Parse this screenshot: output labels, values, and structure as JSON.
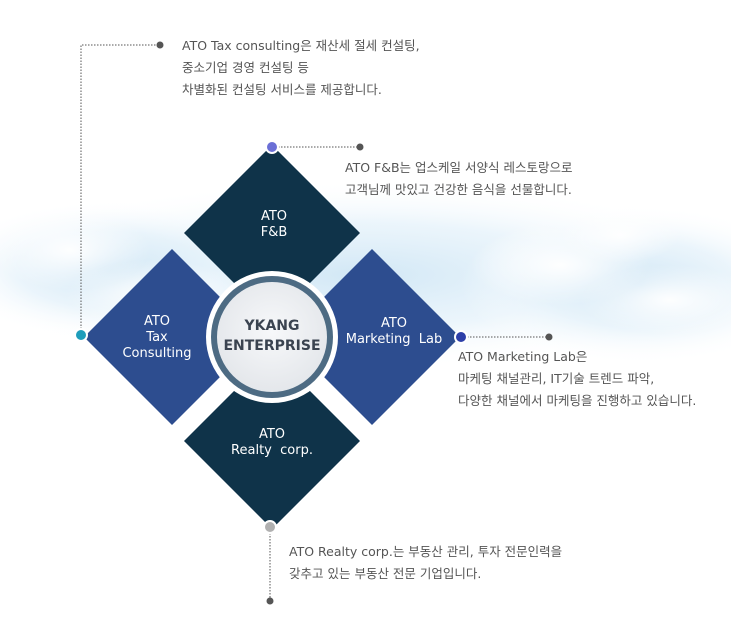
{
  "center": {
    "line1": "YKANG",
    "line2": "ENTERPRISE"
  },
  "tiles": {
    "fnb": {
      "line1": "ATO",
      "line2": "F&B"
    },
    "tax": {
      "line1": "ATO",
      "line2": "Tax",
      "line3": "Consulting"
    },
    "marketing": {
      "line1": "ATO",
      "line2": "Marketing  Lab"
    },
    "realty": {
      "line1": "ATO",
      "line2": "Realty  corp."
    }
  },
  "descriptions": {
    "tax": [
      "ATO Tax consulting은 재산세 절세 컨설팅,",
      "중소기업 경영 컨설팅 등",
      "차별화된 컨설팅 서비스를 제공합니다."
    ],
    "fnb": [
      "ATO F&B는 업스케일 서양식 레스토랑으로",
      "고객님께 맛있고 건강한 음식을 선물합니다."
    ],
    "marketing": [
      "ATO Marketing Lab은",
      "마케팅 채널관리, IT기술 트렌드 파악,",
      "다양한 채널에서 마케팅을 진행하고 있습니다."
    ],
    "realty": [
      "ATO Realty corp.는 부동산 관리, 투자 전문인력을",
      "갖추고 있는 부동산 전문 기업입니다."
    ]
  },
  "colors": {
    "dark_teal": "#0f3349",
    "royal_blue": "#2d4d8f",
    "center_bg": "#eef0f3",
    "center_ring": "#4d6b83",
    "dot_purple": "#6b6fd6",
    "dot_teal": "#1e9dbb",
    "dot_gray": "#b0b0b0",
    "connector": "#555555"
  }
}
